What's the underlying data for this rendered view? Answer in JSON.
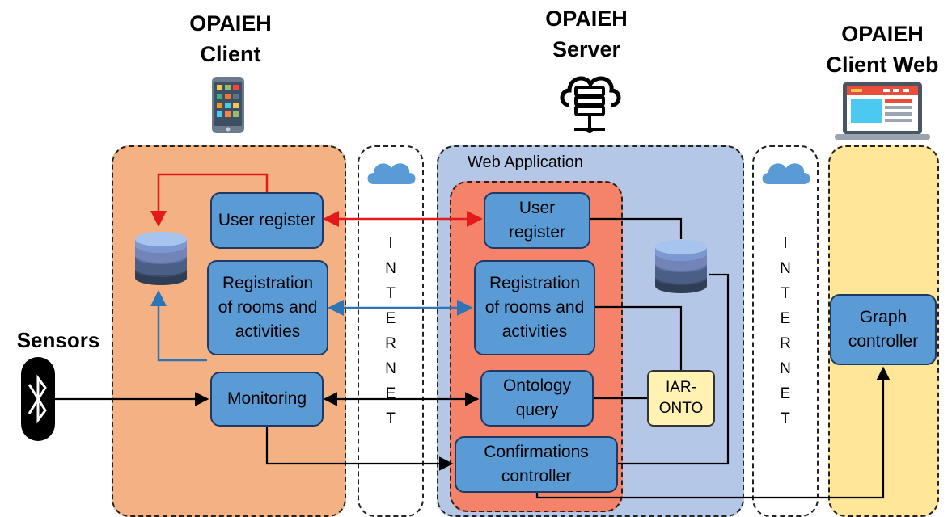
{
  "titles": {
    "client": [
      "OPAIEH",
      "Client"
    ],
    "server": [
      "OPAIEH",
      "Server"
    ],
    "client_web": [
      "OPAIEH",
      "Client Web"
    ],
    "sensors": "Sensors"
  },
  "client_panel": {
    "user_register": "User register",
    "registration": [
      "Registration",
      "of rooms and",
      "activities"
    ],
    "monitoring": "Monitoring"
  },
  "internet_labels": {
    "left": [
      "I",
      "N",
      "T",
      "E",
      "R",
      "N",
      "E",
      "T"
    ],
    "right": [
      "I",
      "N",
      "T",
      "E",
      "R",
      "N",
      "E",
      "T"
    ]
  },
  "server_panel": {
    "web_application": "Web Application",
    "user_register": [
      "User",
      "register"
    ],
    "registration": [
      "Registration",
      "of rooms and",
      "activities"
    ],
    "ontology_query": [
      "Ontology",
      "query"
    ],
    "confirmations": [
      "Confirmations",
      "controller"
    ],
    "iar_onto": [
      "IAR-",
      "ONTO"
    ]
  },
  "web_panel": {
    "graph_controller": [
      "Graph",
      "controller"
    ]
  },
  "colors": {
    "client_panel": "#f4b183",
    "server_panel": "#b4c7e7",
    "web_app_panel": "#f4836a",
    "web_panel": "#ffe699",
    "box": "#5b9bd5",
    "red_arrow": "#e3191c",
    "blue_arrow": "#2e75b6",
    "black_arrow": "#000000"
  }
}
